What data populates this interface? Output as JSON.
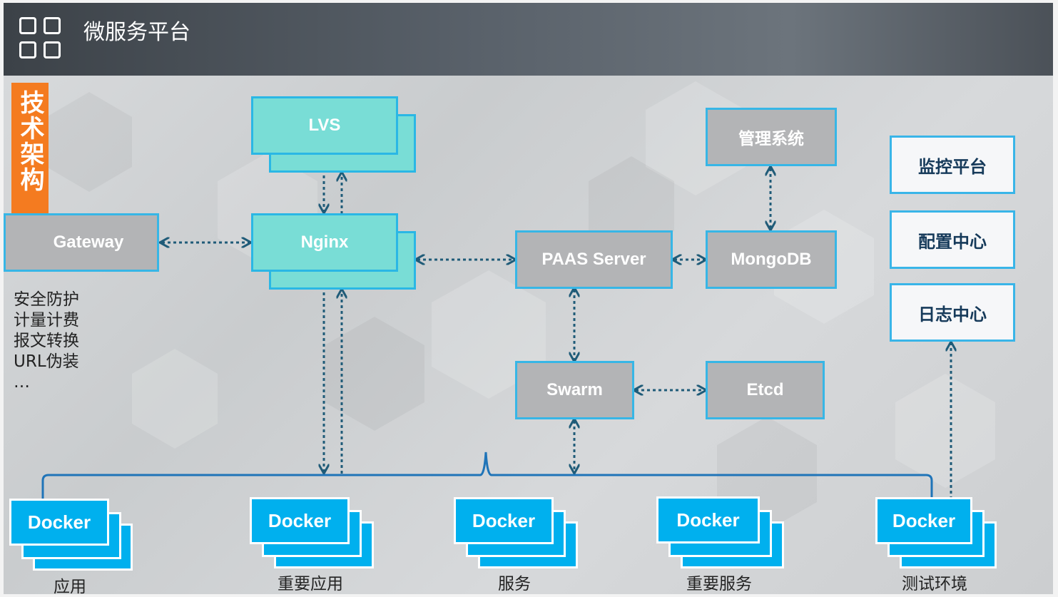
{
  "header": {
    "title": "微服务平台"
  },
  "side_tag": "技术架构",
  "notes": [
    "安全防护",
    "计量计费",
    "报文转换",
    "URL伪装",
    "…"
  ],
  "nodes": {
    "lvs": "LVS",
    "nginx": "Nginx",
    "gateway": "Gateway",
    "paas": "PAAS Server",
    "mongodb": "MongoDB",
    "admin": "管理系统",
    "swarm": "Swarm",
    "etcd": "Etcd",
    "monitor": "监控平台",
    "config": "配置中心",
    "log": "日志中心"
  },
  "dockers": [
    {
      "label": "Docker",
      "caption": "应用"
    },
    {
      "label": "Docker",
      "caption": "重要应用"
    },
    {
      "label": "Docker",
      "caption": "服务"
    },
    {
      "label": "Docker",
      "caption": "重要服务"
    },
    {
      "label": "Docker",
      "caption": "测试环境"
    }
  ],
  "colors": {
    "arrow": "#1f5b78",
    "box_border": "#37b6e6",
    "docker": "#00b0ee",
    "teal": "#79ddd6",
    "tag": "#f47b20"
  }
}
